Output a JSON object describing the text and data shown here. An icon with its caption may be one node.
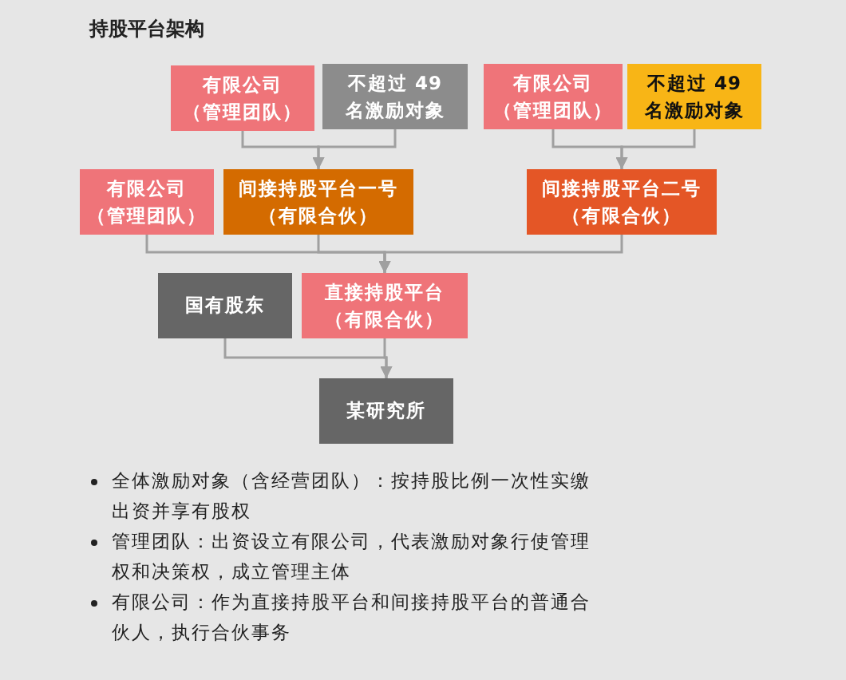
{
  "diagram": {
    "title": "持股平台架构",
    "nodes": [
      {
        "text": [
          "有限公司（管理团队）"
        ]
      },
      {
        "text": [
          "不超过 49 名激励对象"
        ]
      },
      {
        "text": [
          "有限公司（管理团队）"
        ]
      },
      {
        "text": [
          "不超过 49 名激励对象"
        ]
      },
      {
        "text": [
          "有限公司（管理团队）"
        ]
      },
      {
        "text": [
          "间接持股平台一号（有限合伙）"
        ]
      },
      {
        "text": [
          "间接持股平台二号（有限合伙）"
        ]
      },
      {
        "text": [
          "国有股东"
        ]
      },
      {
        "text": [
          "直接持股平台（有限合伙）"
        ]
      },
      {
        "text": [
          "某研究所"
        ]
      }
    ],
    "edges": [
      {
        "from": 0,
        "to": 5,
        "arrow": "to"
      },
      {
        "from": 1,
        "to": 5,
        "arrow": "to"
      },
      {
        "from": 2,
        "to": 6,
        "arrow": "to"
      },
      {
        "from": 3,
        "to": 6,
        "arrow": "to"
      },
      {
        "from": 4,
        "to": 8,
        "arrow": "to"
      },
      {
        "from": 5,
        "to": 8,
        "arrow": "to"
      },
      {
        "from": 6,
        "to": 8,
        "arrow": "to"
      },
      {
        "from": 7,
        "to": 9,
        "arrow": "to"
      },
      {
        "from": 8,
        "to": 9,
        "arrow": "to"
      }
    ],
    "labels": [
      "全体激励对象（含经营团队）：按持股比例一次性实缴出资并享有股权",
      "管理团队：出资设立有限公司，代表激励对象行使管理权和决策权，成立管理主体",
      "有限公司：作为直接持股平台和间接持股平台的普通合伙人，执行合伙事务"
    ]
  }
}
